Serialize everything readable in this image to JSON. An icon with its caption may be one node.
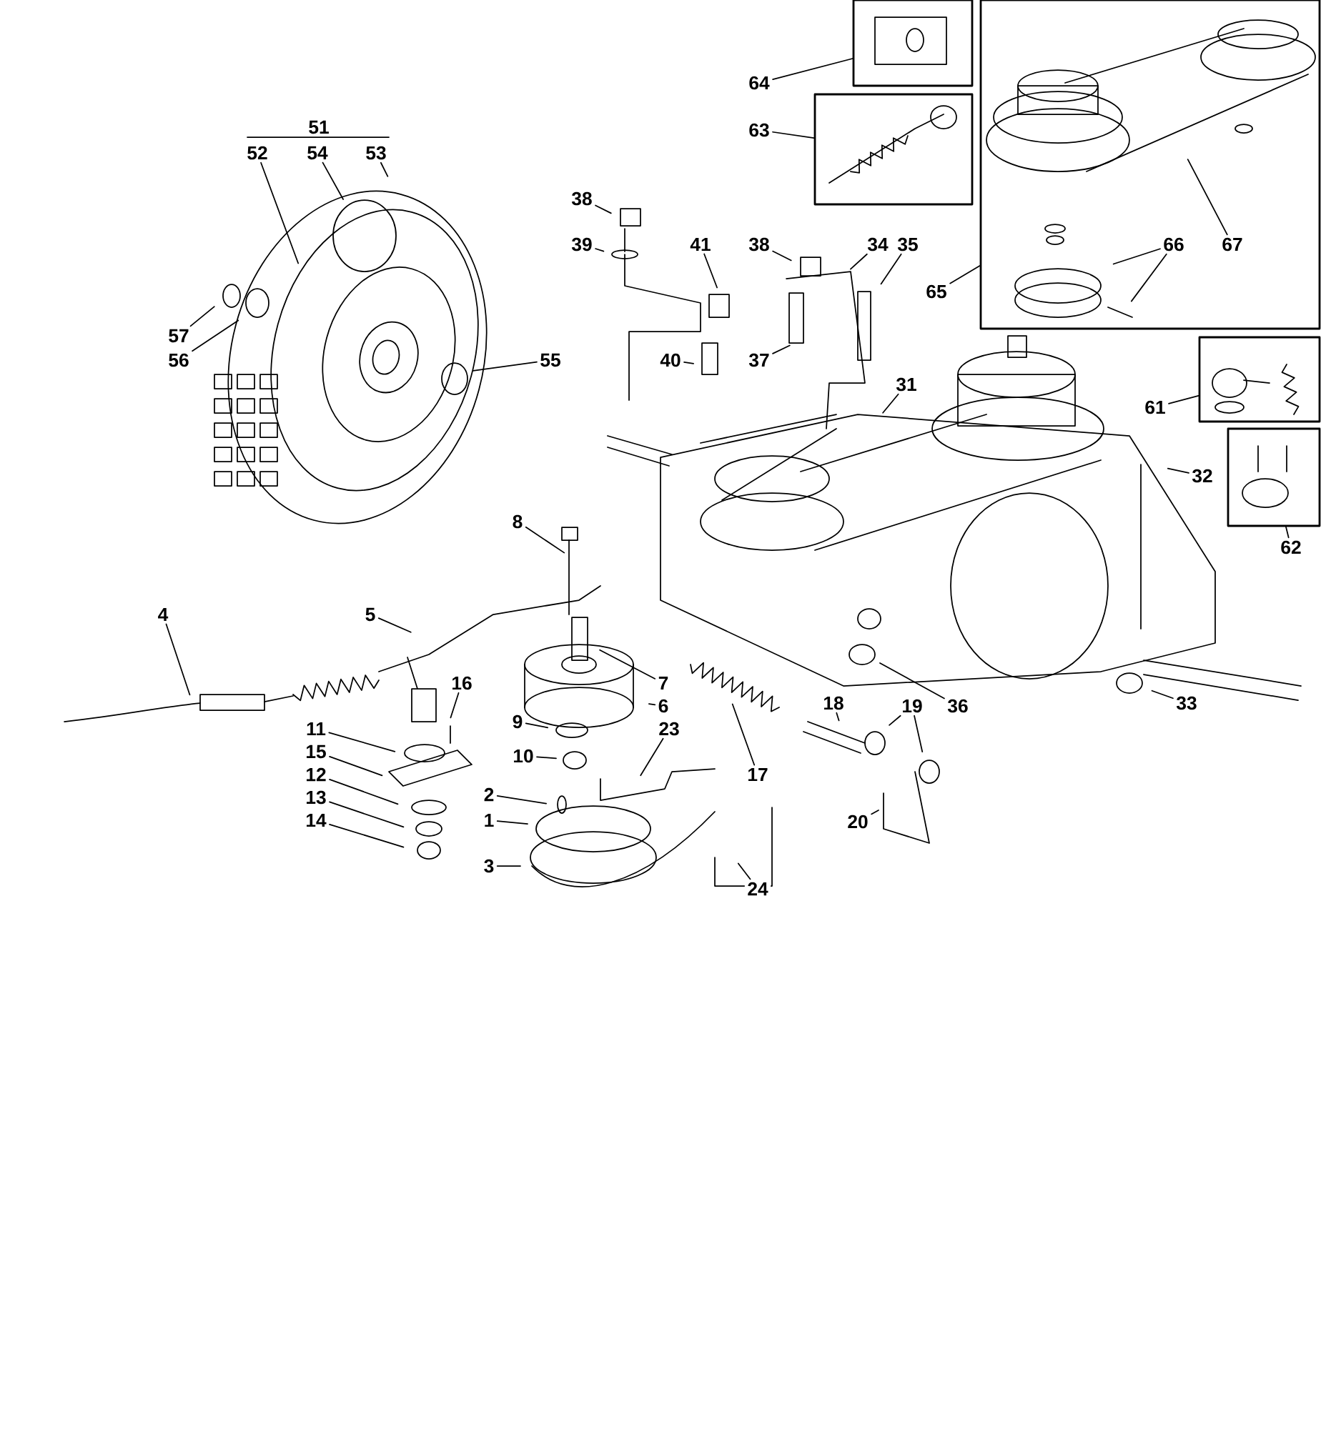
{
  "diagram": {
    "nodes": [
      {
        "text": [
          "64"
        ]
      },
      {
        "text": [],
        "shape": "picture"
      },
      {
        "text": [
          "63"
        ]
      },
      {
        "text": [],
        "shape": "picture"
      },
      {
        "text": [],
        "shape": "picture"
      },
      {
        "text": [
          "52"
        ]
      },
      {
        "text": [
          "54"
        ]
      },
      {
        "text": [
          "53"
        ]
      },
      {
        "text": [
          "38"
        ]
      },
      {
        "text": [
          "39"
        ]
      },
      {
        "text": [
          "41"
        ]
      },
      {
        "text": [
          "38"
        ]
      },
      {
        "text": [
          "34"
        ]
      },
      {
        "text": [
          "35"
        ]
      },
      {
        "text": [
          "66"
        ],
        "in": 4
      },
      {
        "text": [
          "67"
        ],
        "in": 4
      },
      {
        "text": [
          "65"
        ]
      },
      {
        "text": [
          "57"
        ]
      },
      {
        "text": [
          "56"
        ]
      },
      {
        "text": [
          "55"
        ]
      },
      {
        "text": [
          "40"
        ]
      },
      {
        "text": [
          "37"
        ]
      },
      {
        "text": [
          "31"
        ]
      },
      {
        "text": [
          "61"
        ]
      },
      {
        "text": [],
        "shape": "picture"
      },
      {
        "text": [],
        "shape": "picture"
      },
      {
        "text": [
          "32"
        ]
      },
      {
        "text": [
          "8"
        ]
      },
      {
        "text": [
          "62"
        ]
      },
      {
        "text": [
          "4"
        ]
      },
      {
        "text": [
          "5"
        ]
      },
      {
        "text": [
          "7"
        ]
      },
      {
        "text": [
          "16"
        ]
      },
      {
        "text": [
          "6"
        ]
      },
      {
        "text": [
          "18"
        ]
      },
      {
        "text": [
          "19"
        ]
      },
      {
        "text": [
          "36"
        ]
      },
      {
        "text": [
          "33"
        ]
      },
      {
        "text": [
          "11"
        ]
      },
      {
        "text": [
          "9"
        ]
      },
      {
        "text": [
          "23"
        ]
      },
      {
        "text": [
          "15"
        ]
      },
      {
        "text": [
          "10"
        ]
      },
      {
        "text": [
          "12"
        ]
      },
      {
        "text": [
          "2"
        ]
      },
      {
        "text": [
          "17"
        ]
      },
      {
        "text": [
          "13"
        ]
      },
      {
        "text": [
          "1"
        ]
      },
      {
        "text": [
          "14"
        ]
      },
      {
        "text": [
          "20"
        ]
      },
      {
        "text": [
          "3"
        ]
      },
      {
        "text": [
          "24"
        ]
      }
    ],
    "edges": [
      {
        "from": 0,
        "to": 1,
        "arrow": "none"
      },
      {
        "from": 2,
        "to": 3,
        "arrow": "none"
      },
      {
        "from": 16,
        "to": 4,
        "arrow": "none"
      },
      {
        "from": 5,
        "to": null,
        "arrow": "none"
      },
      {
        "from": 6,
        "to": null,
        "arrow": "none"
      },
      {
        "from": 7,
        "to": null,
        "arrow": "none"
      },
      {
        "from": 8,
        "to": null,
        "arrow": "none"
      },
      {
        "from": 9,
        "to": null,
        "arrow": "none"
      },
      {
        "from": 10,
        "to": null,
        "arrow": "none"
      },
      {
        "from": 11,
        "to": null,
        "arrow": "none"
      },
      {
        "from": 12,
        "to": null,
        "arrow": "none"
      },
      {
        "from": 13,
        "to": null,
        "arrow": "none"
      },
      {
        "from": 14,
        "to": null,
        "arrow": "none"
      },
      {
        "from": 14,
        "to": null,
        "arrow": "none"
      },
      {
        "from": 15,
        "to": null,
        "arrow": "none"
      },
      {
        "from": 17,
        "to": null,
        "arrow": "none"
      },
      {
        "from": 18,
        "to": null,
        "arrow": "none"
      },
      {
        "from": 19,
        "to": null,
        "arrow": "none"
      },
      {
        "from": 20,
        "to": null,
        "arrow": "none"
      },
      {
        "from": 21,
        "to": null,
        "arrow": "none"
      },
      {
        "from": 22,
        "to": null,
        "arrow": "none"
      },
      {
        "from": 23,
        "to": 24,
        "arrow": "none"
      },
      {
        "from": 28,
        "to": 25,
        "arrow": "none"
      },
      {
        "from": 26,
        "to": null,
        "arrow": "none"
      },
      {
        "from": 27,
        "to": null,
        "arrow": "none"
      },
      {
        "from": 29,
        "to": null,
        "arrow": "none"
      },
      {
        "from": 30,
        "to": null,
        "arrow": "none"
      },
      {
        "from": 31,
        "to": null,
        "arrow": "none"
      },
      {
        "from": 32,
        "to": null,
        "arrow": "none"
      },
      {
        "from": 33,
        "to": null,
        "arrow": "none"
      },
      {
        "from": 34,
        "to": null,
        "arrow": "none"
      },
      {
        "from": 35,
        "to": null,
        "arrow": "none"
      },
      {
        "from": 35,
        "to": null,
        "arrow": "none"
      },
      {
        "from": 36,
        "to": null,
        "arrow": "none"
      },
      {
        "from": 37,
        "to": null,
        "arrow": "none"
      },
      {
        "from": 38,
        "to": null,
        "arrow": "none"
      },
      {
        "from": 39,
        "to": null,
        "arrow": "none"
      },
      {
        "from": 40,
        "to": null,
        "arrow": "none"
      },
      {
        "from": 41,
        "to": null,
        "arrow": "none"
      },
      {
        "from": 42,
        "to": null,
        "arrow": "none"
      },
      {
        "from": 43,
        "to": null,
        "arrow": "none"
      },
      {
        "from": 44,
        "to": null,
        "arrow": "none"
      },
      {
        "from": 45,
        "to": null,
        "arrow": "none"
      },
      {
        "from": 46,
        "to": null,
        "arrow": "none"
      },
      {
        "from": 47,
        "to": null,
        "arrow": "none"
      },
      {
        "from": 48,
        "to": null,
        "arrow": "none"
      },
      {
        "from": 49,
        "to": null,
        "arrow": "none"
      },
      {
        "from": 50,
        "to": null,
        "arrow": "none"
      },
      {
        "from": 51,
        "to": null,
        "arrow": "none"
      }
    ],
    "labels": [
      "51"
    ]
  }
}
